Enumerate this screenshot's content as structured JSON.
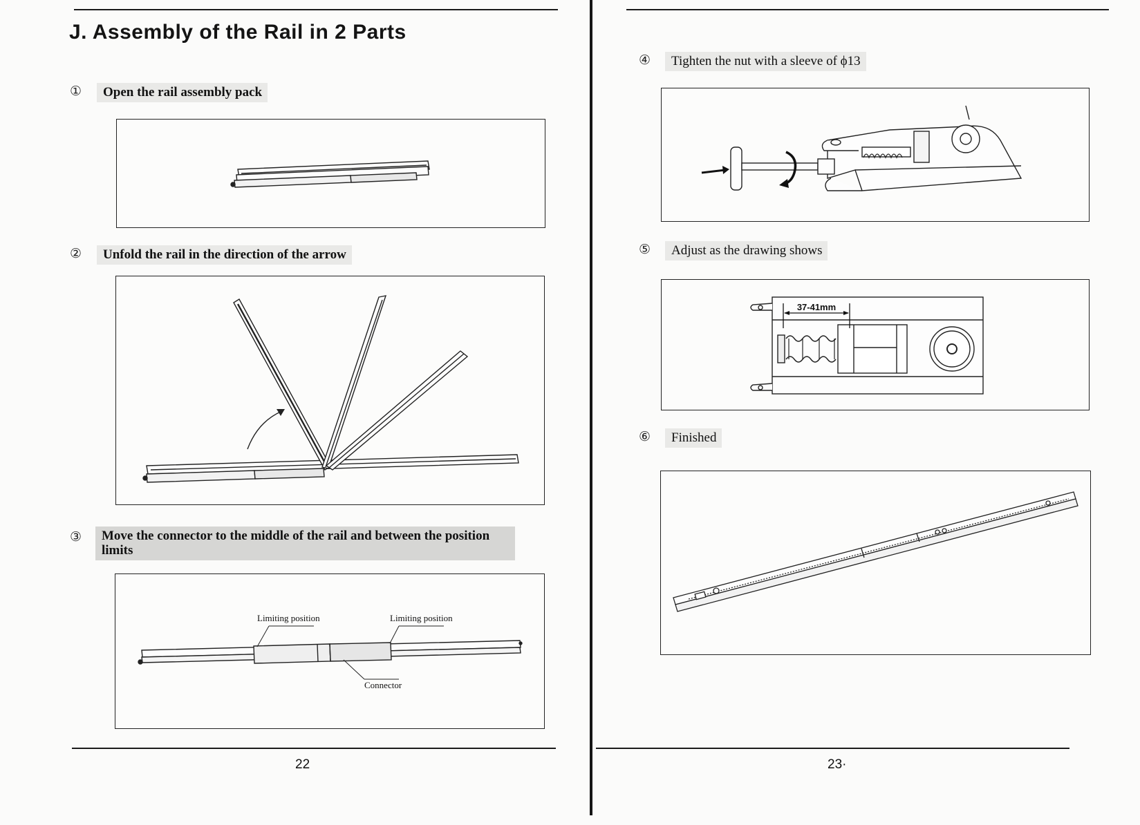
{
  "left_page": {
    "title": "J. Assembly of the Rail in 2 Parts",
    "page_number": "22",
    "steps": [
      {
        "num": "①",
        "label": "Open the rail assembly pack"
      },
      {
        "num": "②",
        "label": "Unfold the rail in the direction of the arrow"
      },
      {
        "num": "③",
        "label": "Move the connector to the middle of the rail and between the position limits"
      }
    ],
    "figure3_labels": {
      "limit_left": "Limiting position",
      "limit_right": "Limiting position",
      "connector": "Connector"
    }
  },
  "right_page": {
    "page_number": "23·",
    "steps": [
      {
        "num": "④",
        "label": "Tighten the nut with a sleeve of ϕ13"
      },
      {
        "num": "⑤",
        "label": "Adjust as the drawing shows"
      },
      {
        "num": "⑥",
        "label": "Finished"
      }
    ],
    "figure5_labels": {
      "dimension": "37-41mm"
    }
  }
}
